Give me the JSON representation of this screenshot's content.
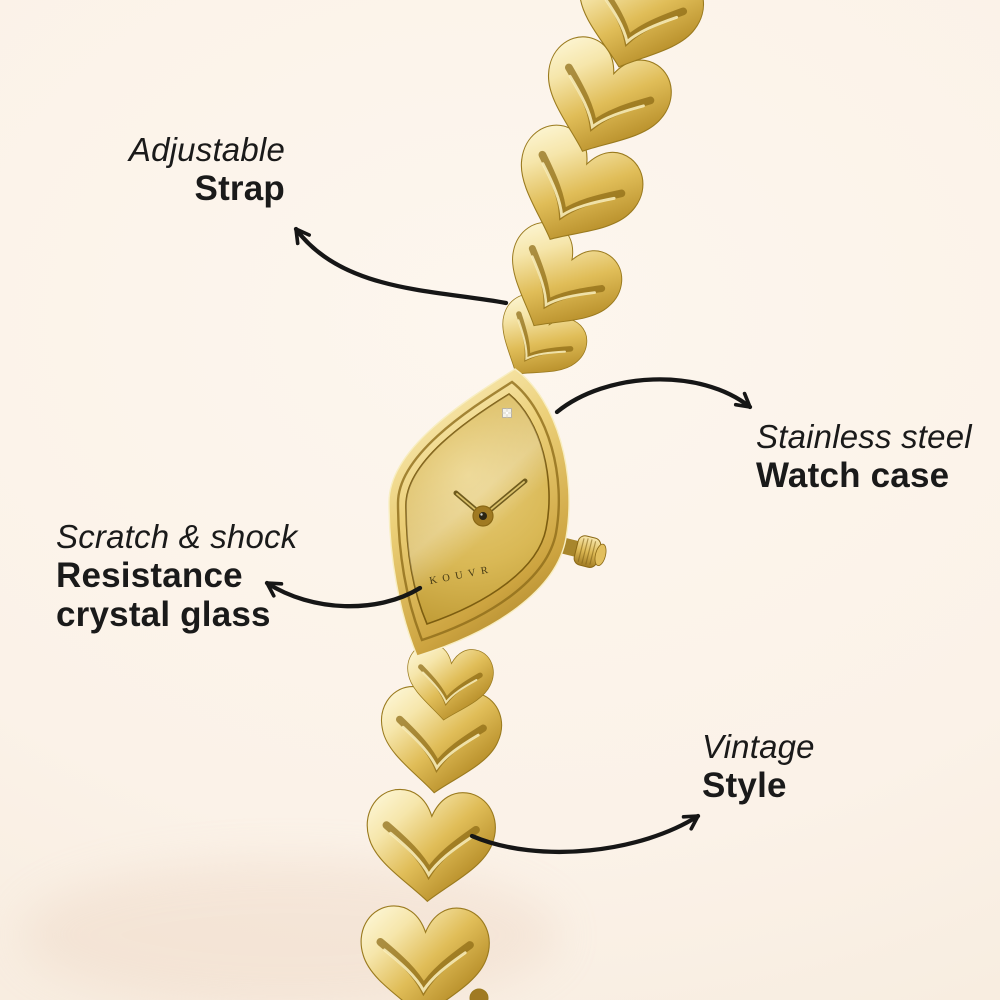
{
  "page": {
    "background": "#fbf2e8",
    "ink": "#1a1a1a"
  },
  "watch": {
    "brand": "KOUVR",
    "material_colors": {
      "gold_highlight": "#fdf4cf",
      "gold_mid": "#ddb955",
      "gold_deep": "#8f6d1a",
      "dial_champagne": "#d9b855"
    }
  },
  "callouts": {
    "strap": {
      "line1": "Adjustable",
      "line2": "Strap"
    },
    "watch_case": {
      "line1": "Stainless steel",
      "line2": "Watch case"
    },
    "crystal": {
      "line1": "Scratch & shock",
      "line2": "Resistance",
      "line3": "crystal glass"
    },
    "vintage": {
      "line1": "Vintage",
      "line2": "Style"
    }
  }
}
